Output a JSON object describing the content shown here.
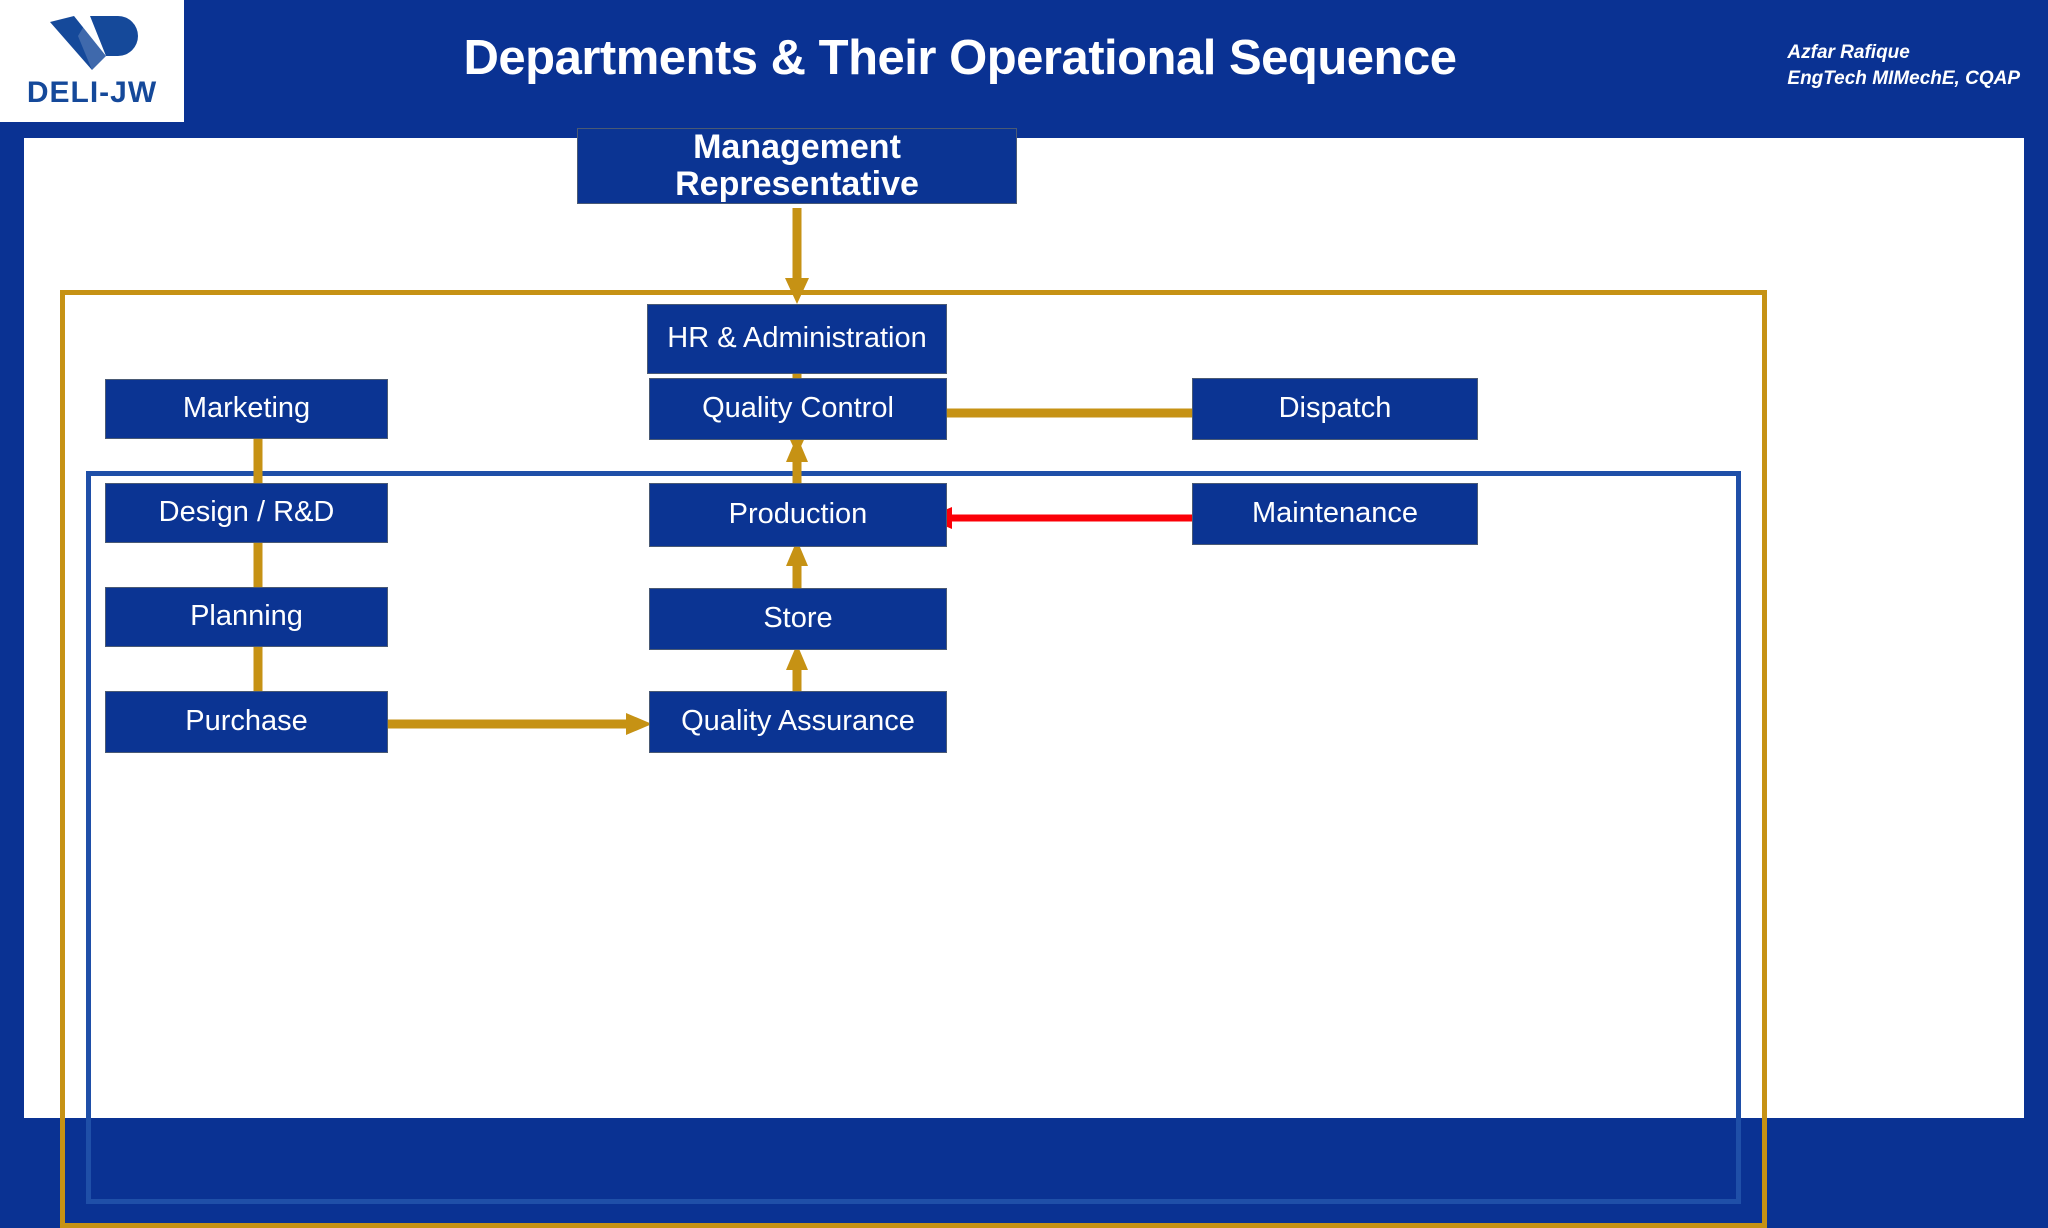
{
  "header": {
    "title": "Departments & Their Operational Sequence",
    "logo_text": "DELI-JW",
    "logo_icon": "deli-jw-logo-mark",
    "author_name": "Azfar Rafique",
    "author_credentials": "EngTech MIMechE, CQAP"
  },
  "colors": {
    "slide_background": "#0a3293",
    "panel_background": "#ffffff",
    "box_fill": "#0b3493",
    "box_text": "#ffffff",
    "gold_border": "#c69214",
    "blue_border": "#1f4fa8",
    "arrow_gold": "#c69214",
    "arrow_red": "#fb0007",
    "logo_blue": "#15499a"
  },
  "chart_data": {
    "type": "diagram",
    "title": "Departments & Their Operational Sequence",
    "nodes": [
      {
        "id": "management_representative",
        "label": "Management Representative",
        "column": "top",
        "emphasis": true
      },
      {
        "id": "hr_administration",
        "label": "HR & Administration",
        "column": "center",
        "emphasis": false
      },
      {
        "id": "marketing",
        "label": "Marketing",
        "column": "left",
        "emphasis": false
      },
      {
        "id": "design_rd",
        "label": "Design / R&D",
        "column": "left",
        "emphasis": false
      },
      {
        "id": "planning",
        "label": "Planning",
        "column": "left",
        "emphasis": false
      },
      {
        "id": "purchase",
        "label": "Purchase",
        "column": "left",
        "emphasis": false
      },
      {
        "id": "quality_control",
        "label": "Quality Control",
        "column": "center",
        "emphasis": false
      },
      {
        "id": "production",
        "label": "Production",
        "column": "center",
        "emphasis": false
      },
      {
        "id": "store",
        "label": "Store",
        "column": "center",
        "emphasis": false
      },
      {
        "id": "quality_assurance",
        "label": "Quality Assurance",
        "column": "center",
        "emphasis": false
      },
      {
        "id": "dispatch",
        "label": "Dispatch",
        "column": "right",
        "emphasis": false
      },
      {
        "id": "maintenance",
        "label": "Maintenance",
        "column": "right",
        "emphasis": false
      }
    ],
    "edges": [
      {
        "from": "management_representative",
        "to": "hr_administration",
        "direction": "down",
        "color": "gold"
      },
      {
        "from": "marketing",
        "to": "design_rd",
        "direction": "down",
        "color": "gold"
      },
      {
        "from": "design_rd",
        "to": "planning",
        "direction": "down",
        "color": "gold"
      },
      {
        "from": "planning",
        "to": "purchase",
        "direction": "down",
        "color": "gold"
      },
      {
        "from": "purchase",
        "to": "quality_assurance",
        "direction": "right",
        "color": "gold"
      },
      {
        "from": "quality_assurance",
        "to": "store",
        "direction": "up",
        "color": "gold"
      },
      {
        "from": "store",
        "to": "production",
        "direction": "up",
        "color": "gold"
      },
      {
        "from": "production",
        "to": "quality_control",
        "direction": "up",
        "color": "gold"
      },
      {
        "from": "quality_control",
        "to": "dispatch",
        "direction": "right",
        "color": "gold"
      },
      {
        "from": "maintenance",
        "to": "production",
        "direction": "left",
        "color": "red"
      }
    ],
    "groups": [
      {
        "id": "gold_group",
        "border_color": "gold",
        "contains": [
          "hr_administration",
          "blue_group"
        ]
      },
      {
        "id": "blue_group",
        "border_color": "blue",
        "contains": [
          "marketing",
          "design_rd",
          "planning",
          "purchase",
          "quality_control",
          "production",
          "store",
          "quality_assurance",
          "dispatch",
          "maintenance"
        ]
      }
    ]
  }
}
